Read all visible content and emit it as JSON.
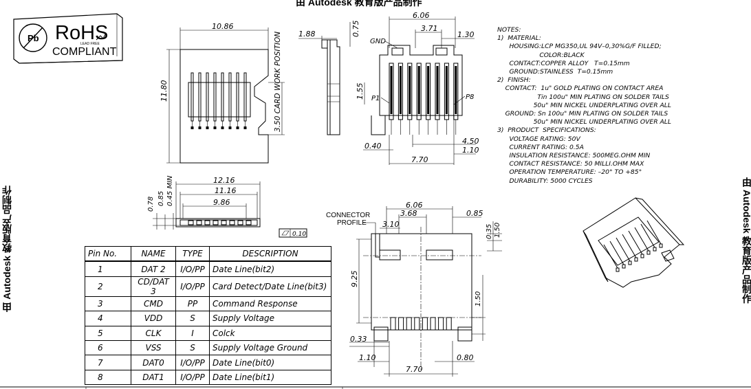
{
  "watermark": "由 Autodesk 教育版产品制作",
  "logo": {
    "title": "RoHS",
    "subtitle": "COMPLIANT",
    "lead_free": "LEAD FREE",
    "symbol": "Pb"
  },
  "top_view": {
    "width_dim": "10.86",
    "height_dim": "11.80",
    "work_position": "3.50 CARD WORK POSITION"
  },
  "side_view": {
    "dim_left": "1.88",
    "dim_top": "0.75"
  },
  "front_view": {
    "dim_top": "6.06",
    "dim_mid": "3.71",
    "dim_right": "1.30",
    "label_gnd": "GND",
    "label_p1": "P1",
    "label_p8": "P8",
    "dim_height": "1.55",
    "dim_040": "0.40",
    "dim_450": "4.50",
    "dim_110": "1.10",
    "dim_770": "7.70"
  },
  "bottom_view": {
    "dim_1216": "12.16",
    "dim_1116": "11.16",
    "dim_986": "9.86",
    "dim_078": "0.78",
    "dim_085": "0.85",
    "dim_045_min": "0.45 MIN",
    "flatness": "0.10"
  },
  "pcb_layout": {
    "label_connector": "CONNECTOR",
    "label_profile": "PROFILE",
    "dim_606": "6.06",
    "dim_368": "3.68",
    "dim_310": "3.10",
    "dim_085": "0.85",
    "dim_035": "0.35",
    "dim_150_top": "1.50",
    "dim_925": "9.25",
    "dim_150_right": "1.50",
    "dim_033": "0.33",
    "dim_110": "1.10",
    "dim_080": "0.80",
    "dim_770": "7.70"
  },
  "notes": [
    "NOTES:",
    "1)  MATERIAL:",
    "      HOUSING:LCP MG350,UL 94V–0,30%G/F FILLED;",
    "                     COLOR:BLACK",
    "      CONTACT:COPPER ALLOY   T=0.15mm",
    "      GROUND:STAINLESS  T=0.15mm",
    "2)  FINISH:",
    "    CONTACT:  1u\" GOLD PLATING ON CONTACT AREA",
    "                    Tin 100u\" MIN PLATING ON SOLDER TAILS",
    "                  50u\" MIN NICKEL UNDERPLATING OVER ALL",
    "    GROUND: Sn 100u\" MIN PLATING ON SOLDER TAILS",
    "                  50u\" MIN NICKEL UNDERPLATING OVER ALL",
    "3)  PRODUCT  SPECIFICATIONS:",
    "      VOLTAGE RATING: 50V",
    "      CURRENT RATING: 0.5A",
    "      INSULATION RESISTANCE: 500MEG.OHM MIN",
    "      CONTACT RESISTANCE: 50 MILLI.OHM MAX",
    "      OPERATION TEMPERATURE: –20° TO +85°",
    "      DURABILITY: 5000 CYCLES"
  ],
  "pin_table": {
    "headers": [
      "Pin No.",
      "NAME",
      "TYPE",
      "DESCRIPTION"
    ],
    "rows": [
      [
        "1",
        "DAT 2",
        "I/O/PP",
        "Date Line(bit2)"
      ],
      [
        "2",
        "CD/DAT 3",
        "I/O/PP",
        "Card Detect/Date Line(bit3)"
      ],
      [
        "3",
        "CMD",
        "PP",
        "Command Response"
      ],
      [
        "4",
        "VDD",
        "S",
        "Supply Voltage"
      ],
      [
        "5",
        "CLK",
        "I",
        "Colck"
      ],
      [
        "6",
        "VSS",
        "S",
        "Supply Voltage Ground"
      ],
      [
        "7",
        "DAT0",
        "I/O/PP",
        "Date Line(bit0)"
      ],
      [
        "8",
        "DAT1",
        "I/O/PP",
        "Date Line(bit1)"
      ]
    ]
  }
}
